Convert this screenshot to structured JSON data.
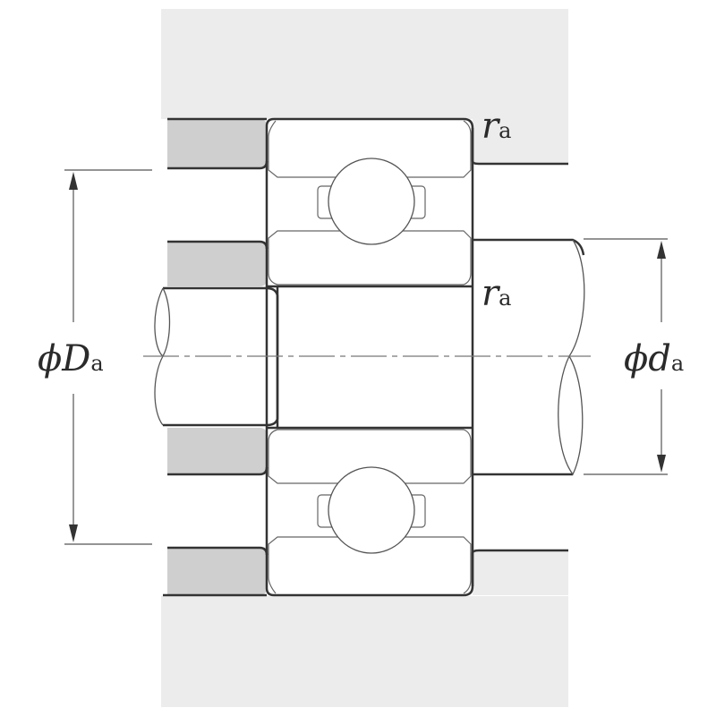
{
  "diagram": {
    "title": "Deep groove ball bearing mounting dimensions",
    "colors": {
      "background": "#ffffff",
      "housing_fill": "#ececec",
      "spacer_fill": "#cfcfcf",
      "outline": "#333333",
      "thin_line": "#6a6a6a"
    },
    "labels": {
      "ra_top": {
        "symbol": "r",
        "subscript": "a"
      },
      "ra_inner": {
        "symbol": "r",
        "subscript": "a"
      },
      "Da": {
        "phi": "ϕ",
        "symbol": "D",
        "subscript": "a"
      },
      "da": {
        "phi": "ϕ",
        "symbol": "d",
        "subscript": "a"
      }
    },
    "components": [
      "housing",
      "outer-ring-top",
      "inner-ring-top",
      "ball-top",
      "cage-top",
      "outer-ring-bottom",
      "inner-ring-bottom",
      "ball-bottom",
      "cage-bottom",
      "shaft",
      "spacers",
      "centerline",
      "dimension-Da",
      "dimension-da"
    ]
  }
}
